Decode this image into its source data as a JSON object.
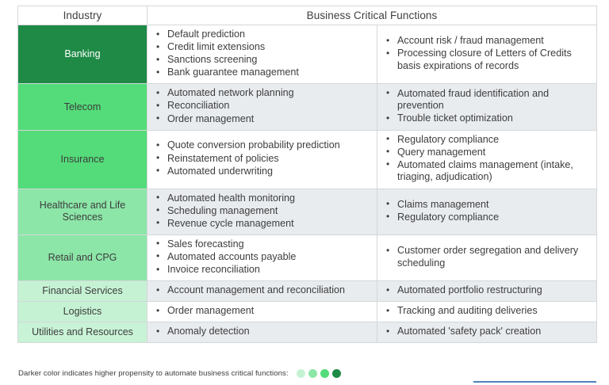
{
  "table": {
    "headers": {
      "industry": "Industry",
      "functions": "Business Critical Functions"
    },
    "rows": [
      {
        "industry": "Banking",
        "shade": "#1f8a46",
        "text_on_dark": true,
        "stripe": false,
        "left": [
          "Default prediction",
          "Credit limit extensions",
          "Sanctions screening",
          "Bank guarantee management"
        ],
        "right": [
          "Account risk / fraud management",
          "Processing closure of Letters of Credits basis expirations of records"
        ]
      },
      {
        "industry": "Telecom",
        "shade": "#53dc79",
        "text_on_dark": false,
        "stripe": true,
        "left": [
          "Automated network planning",
          "Reconciliation",
          "Order management"
        ],
        "right": [
          "Automated fraud identification and prevention",
          "Trouble ticket optimization"
        ]
      },
      {
        "industry": "Insurance",
        "shade": "#53dc79",
        "text_on_dark": false,
        "stripe": false,
        "left": [
          "Quote conversion probability prediction",
          "Reinstatement of policies",
          "Automated underwriting"
        ],
        "right": [
          "Regulatory compliance",
          "Query management",
          "Automated claims management (intake, triaging, adjudication)"
        ]
      },
      {
        "industry": "Healthcare and Life Sciences",
        "shade": "#8ce6a8",
        "text_on_dark": false,
        "stripe": true,
        "left": [
          "Automated health monitoring",
          "Scheduling management",
          "Revenue cycle management"
        ],
        "right": [
          "Claims management",
          "Regulatory compliance"
        ]
      },
      {
        "industry": "Retail and CPG",
        "shade": "#8ce6a8",
        "text_on_dark": false,
        "stripe": false,
        "left": [
          "Sales forecasting",
          "Automated accounts payable",
          "Invoice reconciliation"
        ],
        "right": [
          "Customer order segregation and delivery scheduling"
        ]
      },
      {
        "industry": "Financial Services",
        "shade": "#c6f2d4",
        "text_on_dark": false,
        "stripe": true,
        "left": [
          "Account management and reconciliation"
        ],
        "right": [
          "Automated portfolio restructuring"
        ]
      },
      {
        "industry": "Logistics",
        "shade": "#c6f2d4",
        "text_on_dark": false,
        "stripe": false,
        "left": [
          "Order management"
        ],
        "right": [
          "Tracking and auditing deliveries"
        ]
      },
      {
        "industry": "Utilities and Resources",
        "shade": "#c9f3d6",
        "text_on_dark": false,
        "stripe": true,
        "left": [
          "Anomaly detection"
        ],
        "right": [
          "Automated 'safety pack' creation"
        ]
      }
    ]
  },
  "legend": {
    "text": "Darker color indicates higher propensity to automate business critical functions:",
    "dots": [
      "#c6f2d4",
      "#8ce6a8",
      "#53dc79",
      "#1f8a46"
    ]
  },
  "accent_color": "#4f81bd"
}
